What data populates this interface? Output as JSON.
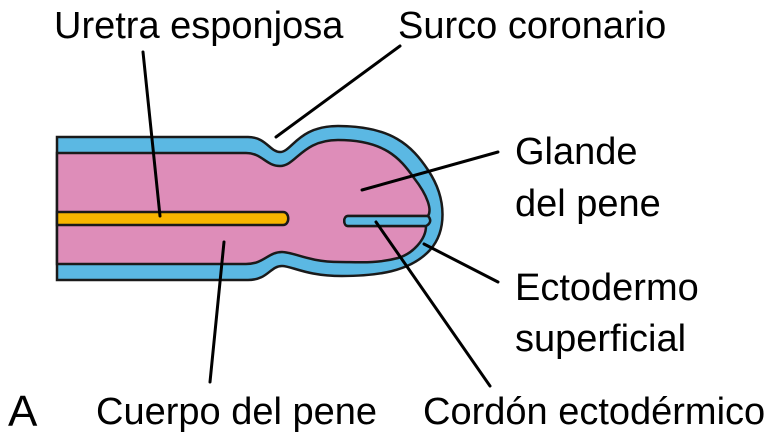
{
  "figure": {
    "panel_letter": "A",
    "labels": {
      "uretra_esponjosa": "Uretra esponjosa",
      "surco_coronario": "Surco coronario",
      "glande_line1": "Glande",
      "glande_line2": "del pene",
      "ectodermo_line1": "Ectodermo",
      "ectodermo_line2": "superficial",
      "cuerpo_del_pene": "Cuerpo del pene",
      "cordon_ectodermico": "Cordón ectodérmico"
    },
    "colors": {
      "ectoderm_blue": "#5BB8E3",
      "mesenchyme_pink": "#DE8DB9",
      "urethra_yellow": "#F7B500",
      "outline": "#1A1A1A",
      "text": "#000000",
      "background": "#FFFFFF"
    }
  }
}
